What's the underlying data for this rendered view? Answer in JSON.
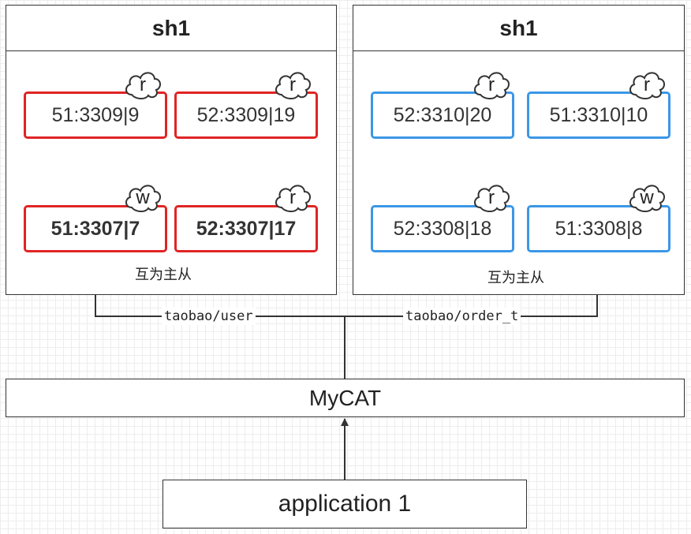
{
  "shards": [
    {
      "title": "sh1",
      "nodes": [
        {
          "label": "51:3309|9",
          "role": "r"
        },
        {
          "label": "52:3309|19",
          "role": "r"
        },
        {
          "label": "51:3307|7",
          "role": "w"
        },
        {
          "label": "52:3307|17",
          "role": "r"
        }
      ],
      "mutual_label": "互为主从"
    },
    {
      "title": "sh1",
      "nodes": [
        {
          "label": "52:3310|20",
          "role": "r"
        },
        {
          "label": "51:3310|10",
          "role": "r"
        },
        {
          "label": "52:3308|18",
          "role": "r"
        },
        {
          "label": "51:3308|8",
          "role": "w"
        }
      ],
      "mutual_label": "互为主从"
    }
  ],
  "routes": {
    "left": "taobao/user",
    "right": "taobao/order_t"
  },
  "mycat": "MyCAT",
  "application": "application 1",
  "colors": {
    "shard1_border": "#e02424",
    "shard2_border": "#3b97e6",
    "line": "#333333"
  }
}
